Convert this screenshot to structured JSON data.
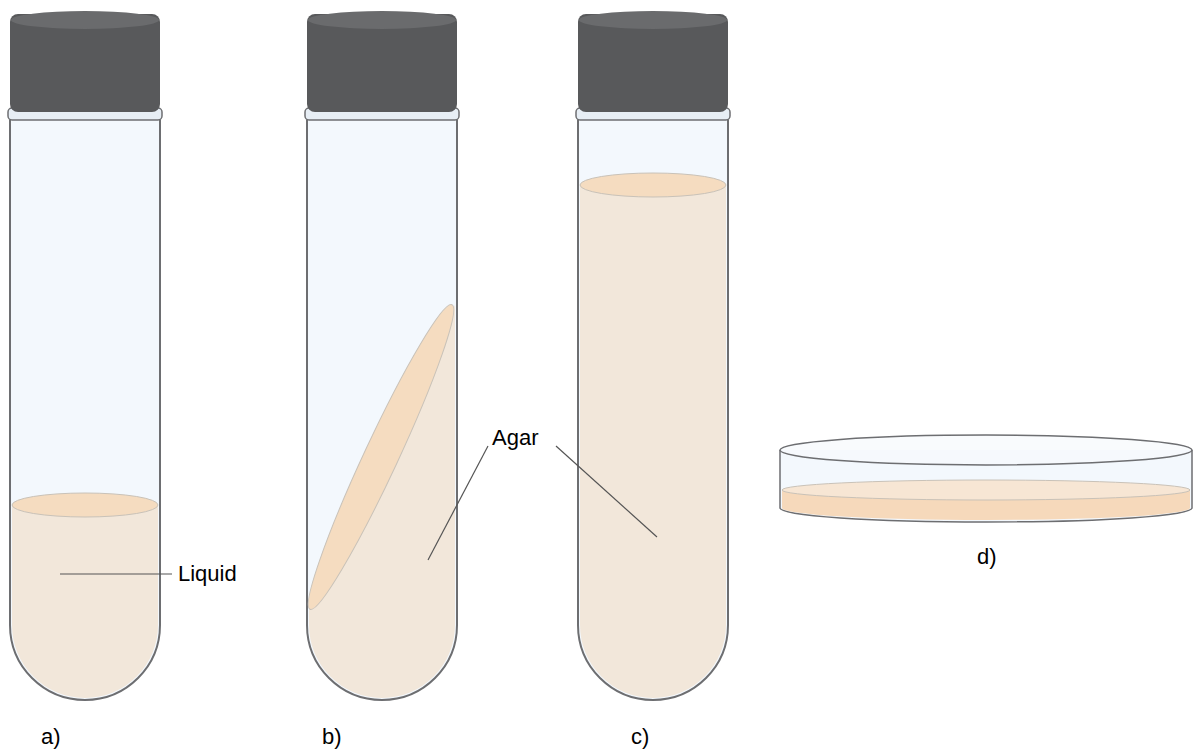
{
  "diagram": {
    "labels": [
      "Liquid",
      "Agar",
      "a)",
      "b)",
      "c)",
      "d)"
    ]
  }
}
